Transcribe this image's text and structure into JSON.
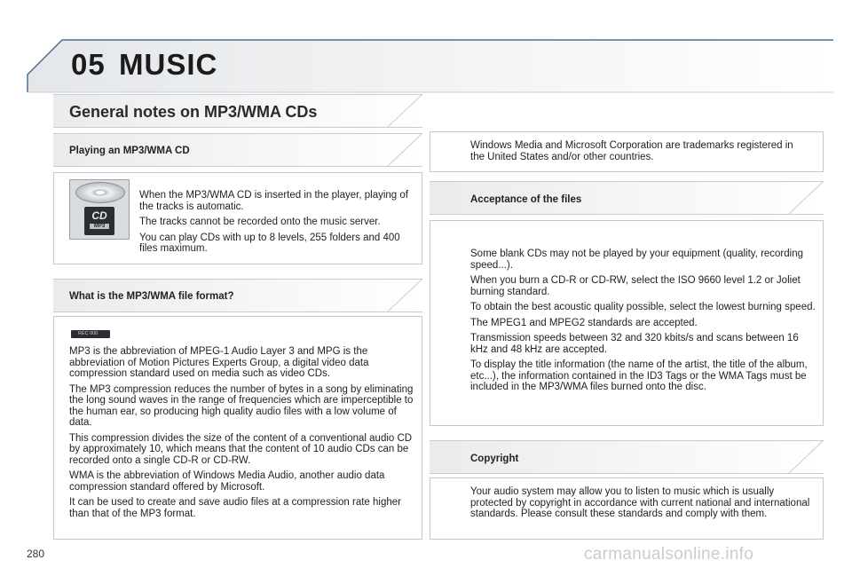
{
  "header": {
    "chapter_number": "05",
    "chapter_title": "MUSIC"
  },
  "section": {
    "title": "General notes on MP3/WMA CDs"
  },
  "playing": {
    "title": "Playing an MP3/WMA CD",
    "cd_icon_label": "CD",
    "cd_icon_sublabel": "MP3",
    "paragraphs": [
      "When the MP3/WMA CD is inserted in the player, playing of the tracks is automatic.",
      "The tracks cannot be recorded onto the music server.",
      "You can play CDs with up to 8 levels, 255 folders and 400 files maximum."
    ]
  },
  "format": {
    "title": "What is the MP3/WMA file format?",
    "rec_badge": "REC 000",
    "paragraphs": [
      "MP3 is the abbreviation of MPEG-1 Audio Layer 3 and MPG is the abbreviation of Motion Pictures Experts Group, a digital video data compression standard used on media such as video CDs.",
      "The MP3 compression reduces the number of bytes in a song by eliminating the long sound waves in the range of frequencies which are imperceptible to the human ear, so producing high quality audio files with a low volume of data.",
      "This compression divides the size of the content of a conventional audio CD by approximately 10, which means that the content of 10 audio CDs can be recorded onto a single CD-R or CD-RW.",
      "WMA is the abbreviation of Windows Media Audio, another audio data compression standard offered by Microsoft.",
      "It can be used to create and save audio files at a compression rate higher than that of the MP3 format."
    ]
  },
  "trademark": {
    "text": "Windows Media and Microsoft Corporation are trademarks registered in the United States and/or other countries."
  },
  "acceptance": {
    "title": "Acceptance of the files",
    "paragraphs": [
      "Some blank CDs may not be played by your equipment (quality, recording speed...).",
      "When you burn a CD-R or CD-RW, select the ISO 9660 level 1.2 or Joliet burning standard.",
      "To obtain the best acoustic quality possible, select the lowest burning speed.",
      "The MPEG1 and MPEG2 standards are accepted.",
      "Transmission speeds between 32 and 320 kbits/s and scans between 16 kHz and 48 kHz are accepted.",
      "To display the title information (the name of the artist, the title of the album, etc...), the information contained in the ID3 Tags or the WMA Tags must be included in the MP3/WMA files burned onto the disc."
    ]
  },
  "copyright": {
    "title": "Copyright",
    "text": "Your audio system may allow you to listen to music which is usually protected by copyright in accordance with current national and international standards. Please consult these standards and comply with them."
  },
  "footer": {
    "page_number": "280",
    "watermark": "carmanualsonline.info"
  }
}
